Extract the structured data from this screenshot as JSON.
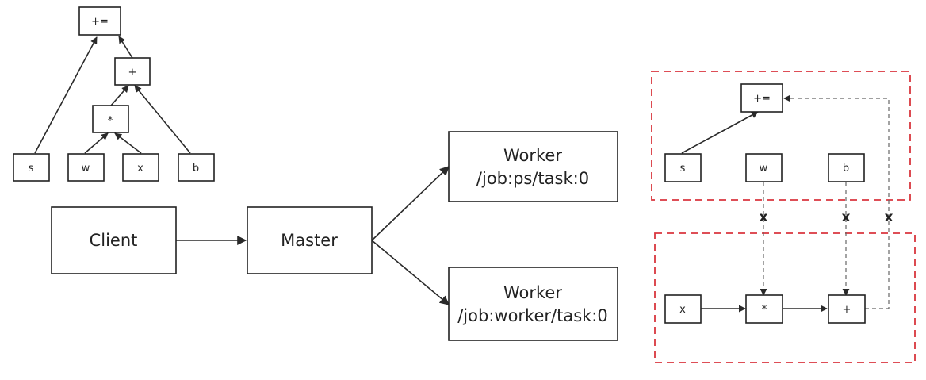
{
  "graph": {
    "add_assign": "+=",
    "add": "+",
    "mul": "*",
    "s": "s",
    "w": "w",
    "x": "x",
    "b": "b"
  },
  "cluster": {
    "client": "Client",
    "master": "Master",
    "ps_worker": {
      "title": "Worker",
      "job": "/job:ps/task:0"
    },
    "worker_worker": {
      "title": "Worker",
      "job": "/job:worker/task:0"
    }
  },
  "partitioned": {
    "ps": {
      "add_assign": "+=",
      "s": "s",
      "w": "w",
      "b": "b"
    },
    "worker": {
      "x": "x",
      "mul": "*",
      "add": "+"
    },
    "transfer_marks": [
      "x",
      "x",
      "x"
    ],
    "border_color": "#d9363e"
  }
}
